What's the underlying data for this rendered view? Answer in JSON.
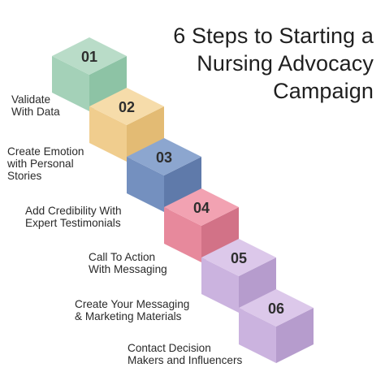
{
  "title": {
    "line1": "6 Steps to Starting a",
    "line2": "Nursing Advocacy",
    "line3": "Campaign"
  },
  "steps": [
    {
      "number": "01",
      "top": "#b9dcc8",
      "front": "#a4d1b8",
      "side": "#8dc3a5"
    },
    {
      "number": "02",
      "top": "#f6dcaa",
      "front": "#f0cd8e",
      "side": "#e3bb74"
    },
    {
      "number": "03",
      "top": "#8ca6cf",
      "front": "#7490bf",
      "side": "#5f7aaa"
    },
    {
      "number": "04",
      "top": "#f2a2b2",
      "front": "#e7899c",
      "side": "#d27287"
    },
    {
      "number": "05",
      "top": "#dcc8ea",
      "front": "#cbb3df",
      "side": "#b69ccd"
    },
    {
      "number": "06",
      "top": "#dcc8ea",
      "front": "#cbb3df",
      "side": "#b69ccd"
    }
  ],
  "labels": [
    {
      "line1": "Validate",
      "line2": "With Data",
      "line3": ""
    },
    {
      "line1": "Create Emotion",
      "line2": "with Personal",
      "line3": "Stories"
    },
    {
      "line1": "Add Credibility With",
      "line2": "Expert Testimonials",
      "line3": ""
    },
    {
      "line1": "Call To Action",
      "line2": "With Messaging",
      "line3": ""
    },
    {
      "line1": "Create Your Messaging",
      "line2": "& Marketing Materials",
      "line3": ""
    },
    {
      "line1": "Contact Decision",
      "line2": "Makers and Influencers",
      "line3": ""
    }
  ]
}
